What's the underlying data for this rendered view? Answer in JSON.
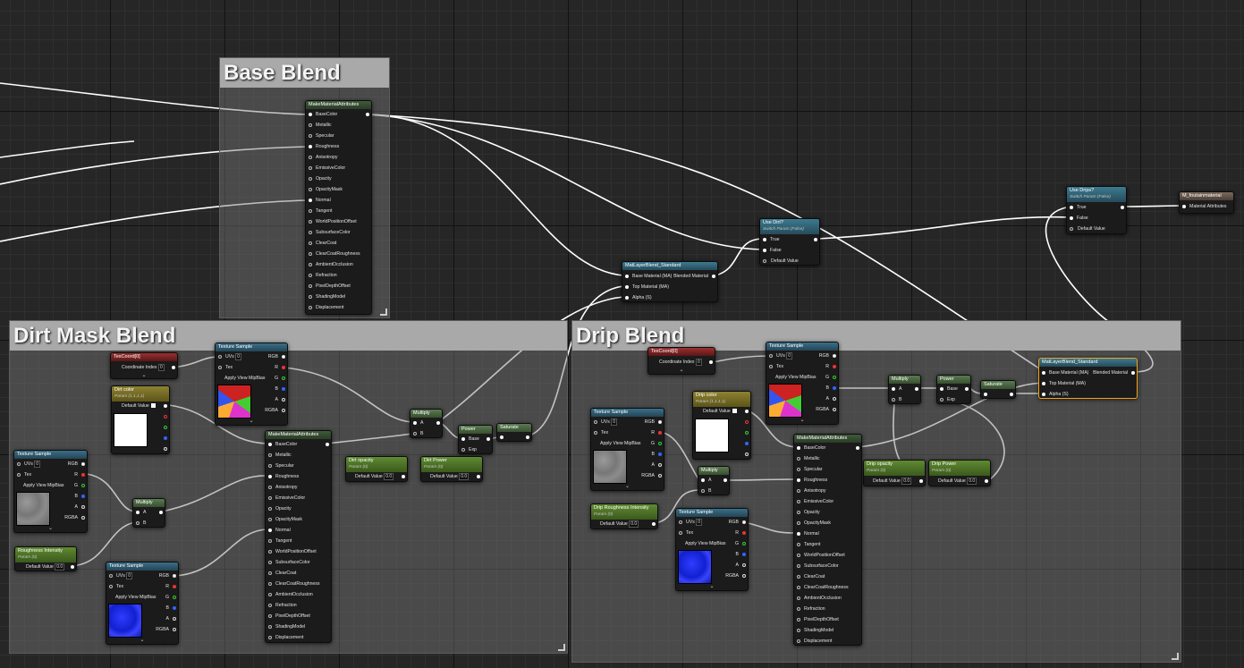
{
  "colors": {
    "grid_bg": "#262626",
    "wire": "#ffffff",
    "selected_outline": "#f3a31a",
    "comment_title_bg": "#a9a9a9"
  },
  "comments": {
    "base_blend": "Base Blend",
    "dirt_mask_blend": "Dirt Mask Blend",
    "drip_blend": "Drip Blend"
  },
  "make_attr_pins": [
    "BaseColor",
    "Metallic",
    "Specular",
    "Roughness",
    "Anisotropy",
    "EmissiveColor",
    "Opacity",
    "OpacityMask",
    "Normal",
    "Tangent",
    "WorldPositionOffset",
    "SubsurfaceColor",
    "ClearCoat",
    "ClearCoatRoughness",
    "AmbientOcclusion",
    "Refraction",
    "PixelDepthOffset",
    "ShadingModel",
    "Displacement"
  ],
  "nodes": {
    "make_attr": "MakeMaterialAttributes",
    "layer_blend": {
      "title": "MatLayerBlend_Standard",
      "base": "Base Material (MA)",
      "top": "Top Material (MA)",
      "alpha": "Alpha (S)",
      "out": "Blended Material"
    },
    "use_dirt": {
      "title": "Use Dirt?",
      "sub": "Switch Param (False)",
      "true": "True",
      "false": "False",
      "default": "Default Value"
    },
    "use_drips": {
      "title": "Use Drips?",
      "sub": "Switch Param (False)",
      "true": "True",
      "false": "False",
      "default": "Default Value"
    },
    "output": {
      "title": "M_foutainmaterial",
      "pin": "Material Attributes"
    },
    "texcoord": {
      "title": "TexCoord[0]",
      "label": "Coordinate Index",
      "value": "0"
    },
    "texture_sample": {
      "title": "Texture Sample",
      "uvs": "UVs",
      "uvs_value": "0",
      "tex": "Tex",
      "mip": "Apply View MipBias",
      "rgb": "RGB",
      "r": "R",
      "g": "G",
      "b": "B",
      "a": "A",
      "rgba": "RGBA"
    },
    "dirt_color": {
      "title": "Dirt color",
      "sub": "Param (1,1,1,1)",
      "label": "Default Value"
    },
    "drip_color": {
      "title": "Drip color",
      "sub": "Param (1,1,1,1)",
      "label": "Default Value"
    },
    "multiply": {
      "title": "Multiply",
      "a": "A",
      "b": "B"
    },
    "power": {
      "title": "Power",
      "base": "Base",
      "exp": "Exp"
    },
    "saturate": {
      "title": "Saturate"
    },
    "roughness_intensity": {
      "title": "Roughness Intensity",
      "sub": "Param (0)",
      "label": "Default Value",
      "value": "0.0"
    },
    "drip_roughness_intensity": {
      "title": "Drip Roughness Intensity",
      "sub": "Param (0)",
      "label": "Default Value",
      "value": "0.0"
    },
    "dirt_opacity": {
      "title": "Dirt opacity",
      "sub": "Param (0)",
      "label": "Default Value",
      "value": "0.0"
    },
    "dirt_power": {
      "title": "Dirt Power",
      "sub": "Param (0)",
      "label": "Default Value",
      "value": "0.0"
    },
    "drip_opacity": {
      "title": "Drip opacity",
      "sub": "Param (0)",
      "label": "Default Value",
      "value": "0.0"
    },
    "drip_power": {
      "title": "Drip Power",
      "sub": "Param (0)",
      "label": "Default Value",
      "value": "0.0"
    }
  }
}
